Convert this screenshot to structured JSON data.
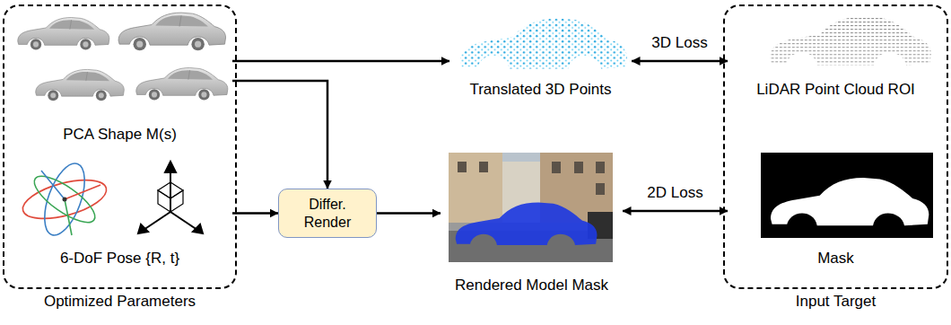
{
  "diagram": {
    "nodes": [
      {
        "text": [
          "Optimized Parameters"
        ]
      },
      {
        "text": [
          "PCA Shape M(s)"
        ],
        "in": 0
      },
      {
        "text": [
          "6-DoF Pose {R, t}"
        ],
        "in": 0
      },
      {
        "text": [
          "Translated 3D Points"
        ]
      },
      {
        "text": [
          "Differ. Render"
        ]
      },
      {
        "text": [
          "Rendered Model Mask"
        ]
      },
      {
        "text": [
          "Input Target"
        ]
      },
      {
        "text": [
          "LiDAR Point Cloud ROI"
        ],
        "in": 6
      },
      {
        "text": [
          "Mask"
        ],
        "in": 6
      }
    ],
    "edges": [
      {
        "from": 1,
        "to": 3,
        "arrow": "to"
      },
      {
        "from": 1,
        "to": 4,
        "arrow": "to"
      },
      {
        "from": 2,
        "to": 4,
        "arrow": "to"
      },
      {
        "from": 4,
        "to": 5,
        "arrow": "to"
      },
      {
        "from": 3,
        "to": 7,
        "label": "3D Loss",
        "arrow": "both"
      },
      {
        "from": 5,
        "to": 8,
        "label": "2D Loss",
        "arrow": "both"
      }
    ]
  }
}
